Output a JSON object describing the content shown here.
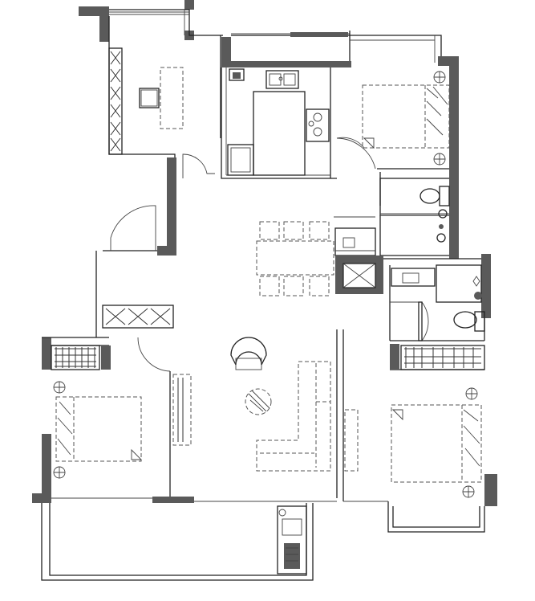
{
  "plan": {
    "rooms": [
      {
        "id": "study",
        "kind": "study"
      },
      {
        "id": "kitchen",
        "kind": "kitchen"
      },
      {
        "id": "master-bedroom",
        "kind": "bedroom"
      },
      {
        "id": "bathroom-1",
        "kind": "bathroom"
      },
      {
        "id": "bathroom-2",
        "kind": "bathroom"
      },
      {
        "id": "living-dining",
        "kind": "living-room"
      },
      {
        "id": "bedroom-west",
        "kind": "bedroom"
      },
      {
        "id": "bedroom-east",
        "kind": "bedroom"
      },
      {
        "id": "balcony",
        "kind": "balcony"
      }
    ],
    "colors": {
      "wall": "#5a5a5a",
      "line": "#222222",
      "background": "#ffffff"
    }
  }
}
